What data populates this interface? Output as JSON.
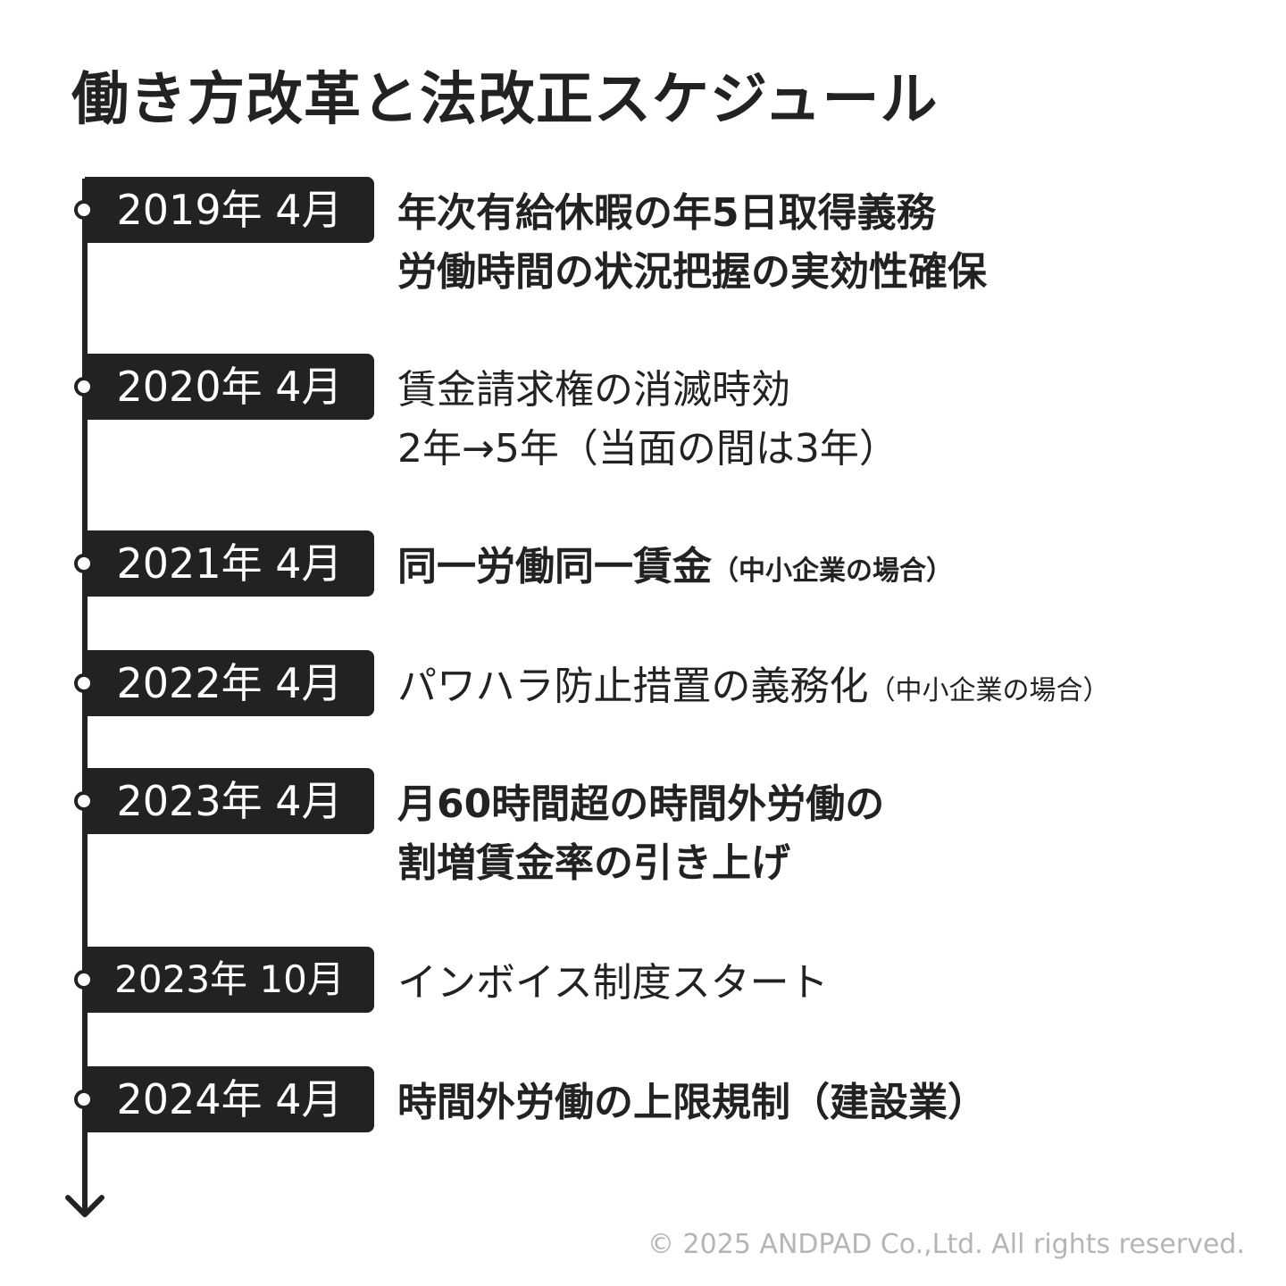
{
  "title": "働き方改革と法改正スケジュール",
  "events": [
    {
      "date": "2019年 4月",
      "lines": [
        "年次有給休暇の年5日取得義務",
        "労働時間の状況把握の実効性確保"
      ],
      "note": "",
      "bold": true
    },
    {
      "date": "2020年 4月",
      "lines": [
        "賃金請求権の消滅時効",
        "2年→5年（当面の間は3年）"
      ],
      "note": "",
      "bold": false
    },
    {
      "date": "2021年 4月",
      "lines": [
        "同一労働同一賃金"
      ],
      "note": "（中小企業の場合）",
      "bold": true
    },
    {
      "date": "2022年 4月",
      "lines": [
        "パワハラ防止措置の義務化"
      ],
      "note": "（中小企業の場合）",
      "bold": false
    },
    {
      "date": "2023年 4月",
      "lines": [
        "月60時間超の時間外労働の",
        "割増賃金率の引き上げ"
      ],
      "note": "",
      "bold": true
    },
    {
      "date": "2023年 10月",
      "lines": [
        "インボイス制度スタート"
      ],
      "note": "",
      "bold": false
    },
    {
      "date": "2024年 4月",
      "lines": [
        "時間外労働の上限規制（建設業）"
      ],
      "note": "",
      "bold": true
    }
  ],
  "copyright": "© 2025 ANDPAD Co.,Ltd. All rights reserved.",
  "colors": {
    "primary": "#222222",
    "background": "#ffffff",
    "muted": "#b5b5b5"
  },
  "icons": {
    "timeline_arrow": "arrow-down-icon",
    "timeline_marker": "circle-dot-icon"
  }
}
